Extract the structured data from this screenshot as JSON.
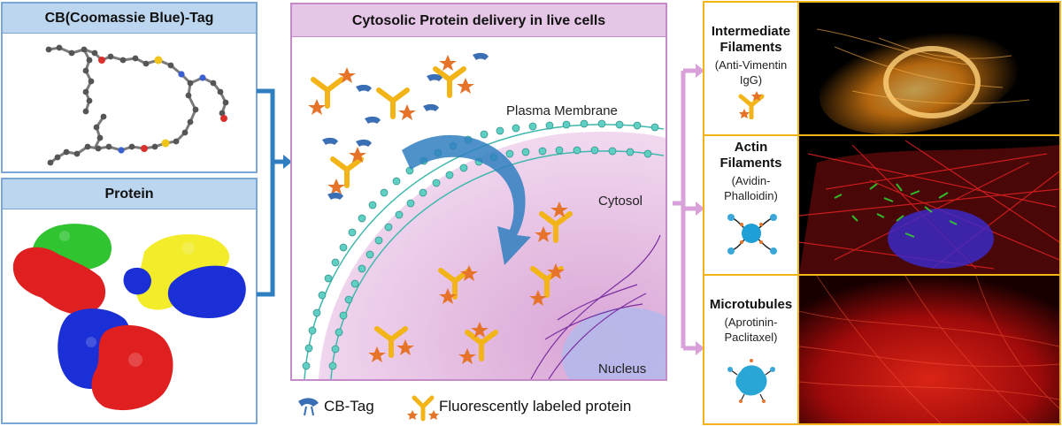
{
  "left": {
    "cb_tag_title": "CB(Coomassie Blue)-Tag",
    "protein_title": "Protein"
  },
  "center": {
    "title": "Cytosolic Protein delivery in live cells",
    "plasma_membrane": "Plasma Membrane",
    "cytosol": "Cytosol",
    "nucleus": "Nucleus"
  },
  "legend": {
    "cb_tag": "CB-Tag",
    "fluor_protein": "Fluorescently labeled protein"
  },
  "right": {
    "rows": [
      {
        "title": "Intermediate\nFilaments",
        "sub": "(Anti-Vimentin\nIgG)"
      },
      {
        "title": "Actin\nFilaments",
        "sub": "(Avidin-\nPhalloidin)"
      },
      {
        "title": "Microtubules",
        "sub": "(Aprotinin-\nPaclitaxel)"
      }
    ]
  },
  "colors": {
    "blue_panel": "#bcd6ef",
    "pink_panel": "#e6c6e6",
    "yellow_frame": "#f2b417",
    "membrane_teal": "#3fb8ad",
    "arrow_blue": "#2f7fc0",
    "antibody_yellow": "#f2b417",
    "star_orange": "#e6732a",
    "tag_blue": "#3a6fb5"
  },
  "icons": [
    "cb-tag-icon",
    "antibody-icon",
    "star-fluorophore-icon",
    "curved-arrow-icon",
    "bracket-arrow-icon"
  ]
}
